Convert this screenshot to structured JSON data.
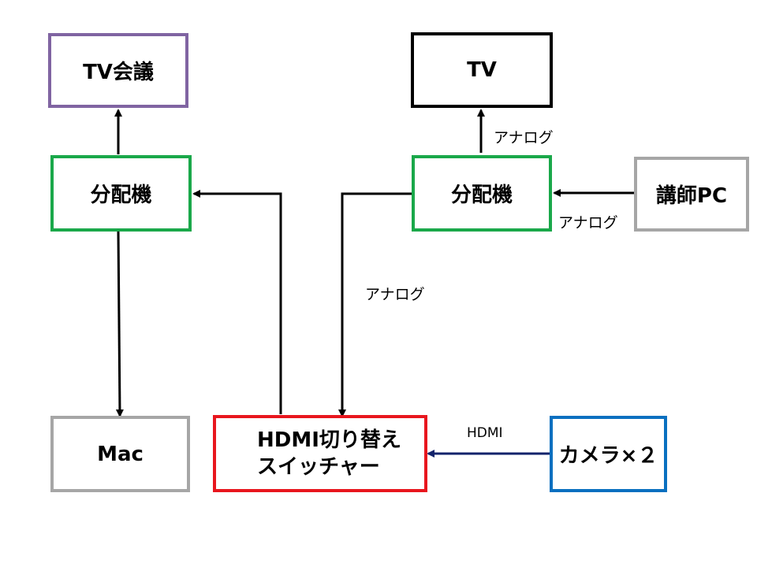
{
  "colors": {
    "purple": "#8064a2",
    "black": "#000000",
    "green": "#1aa84a",
    "gray": "#a6a6a6",
    "red": "#e8161e",
    "blue": "#0a70c0",
    "navy": "#12236b"
  },
  "nodes": {
    "tv_conference": "TV会議",
    "tv": "TV",
    "distributor_left": "分配機",
    "distributor_right": "分配機",
    "instructor_pc": "講師PC",
    "mac": "Mac",
    "hdmi_switcher_line1": "HDMI切り替え",
    "hdmi_switcher_line2": "スイッチャー",
    "camera": "カメラ×２"
  },
  "edge_labels": {
    "analog_tv": "アナログ",
    "analog_pc": "アナログ",
    "analog_switcher": "アナログ",
    "hdmi_camera": "HDMI"
  }
}
